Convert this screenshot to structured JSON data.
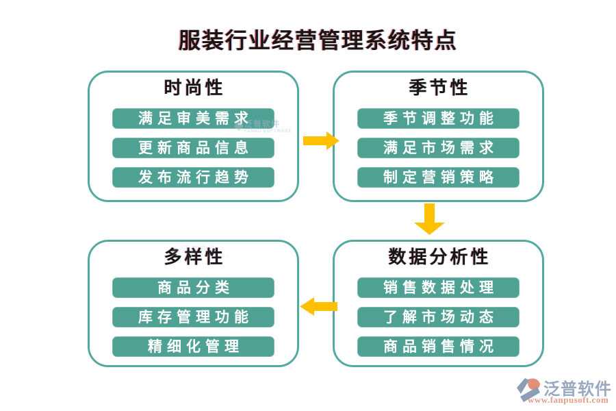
{
  "title": "服装行业经营管理系统特点",
  "boxes": [
    {
      "key": "fashion",
      "title": "时尚性",
      "items": [
        "满足审美需求",
        "更新商品信息",
        "发布流行趋势"
      ]
    },
    {
      "key": "seasonal",
      "title": "季节性",
      "items": [
        "季节调整功能",
        "满足市场需求",
        "制定营销策略"
      ]
    },
    {
      "key": "diversity",
      "title": "多样性",
      "items": [
        "商品分类",
        "库存管理功能",
        "精细化管理"
      ]
    },
    {
      "key": "data-analysis",
      "title": "数据分析性",
      "items": [
        "销售数据处理",
        "了解市场动态",
        "商品销售情况"
      ]
    }
  ],
  "arrows": [
    {
      "name": "fashion-to-seasonal",
      "direction": "right"
    },
    {
      "name": "seasonal-to-data-analysis",
      "direction": "down"
    },
    {
      "name": "data-analysis-to-diversity",
      "direction": "left"
    }
  ],
  "watermark": {
    "text": "泛普软件",
    "subtext": "FANPU SOFTWARE"
  },
  "logo": {
    "name": "泛普软件",
    "url": "www.fanpusoft.com"
  },
  "colors": {
    "title_text": "#1c1412",
    "box_border": "#54A9A0",
    "item_fill": "#4FA193",
    "item_text": "#FFFFFF",
    "arrow": "#FFC000",
    "logo_text": "#9AA8C0",
    "logo_url": "#E79C88"
  }
}
